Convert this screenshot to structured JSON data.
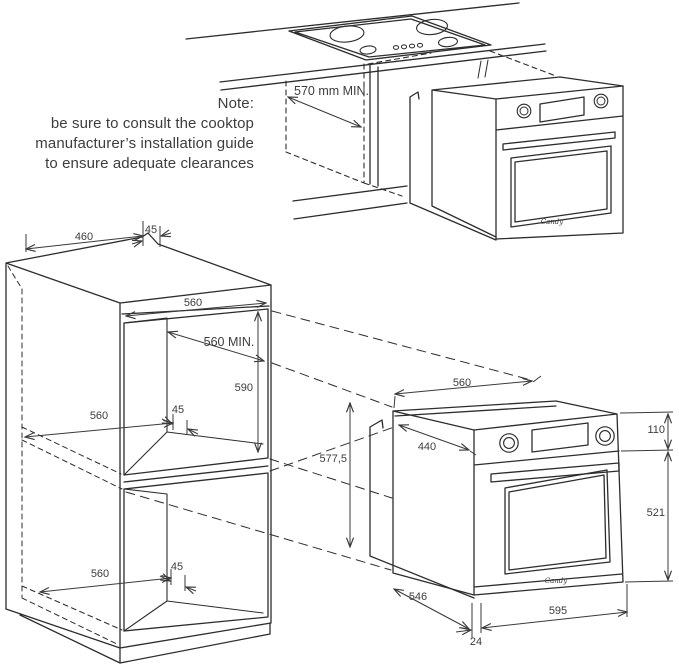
{
  "note": {
    "title": "Note:",
    "lines": [
      "be sure to consult the cooktop",
      "manufacturer’s installation guide",
      "to ensure adequate clearances"
    ]
  },
  "top_view": {
    "clearance": "570 mm MIN.",
    "brand": "Candy"
  },
  "cabinet": {
    "top_depth": "460",
    "top_gap": "45",
    "opening_width": "560",
    "depth_min": "560 MIN.",
    "opening_height": "590",
    "shelf_depth": "560",
    "shelf_gap": "45",
    "base_depth": "560",
    "base_gap": "45"
  },
  "oven": {
    "top_width": "560",
    "top_depth": "440",
    "height_total": "577,5",
    "panel_height": "110",
    "door_height": "521",
    "depth": "546",
    "width": "595",
    "door_gap": "24",
    "brand": "Candy"
  }
}
